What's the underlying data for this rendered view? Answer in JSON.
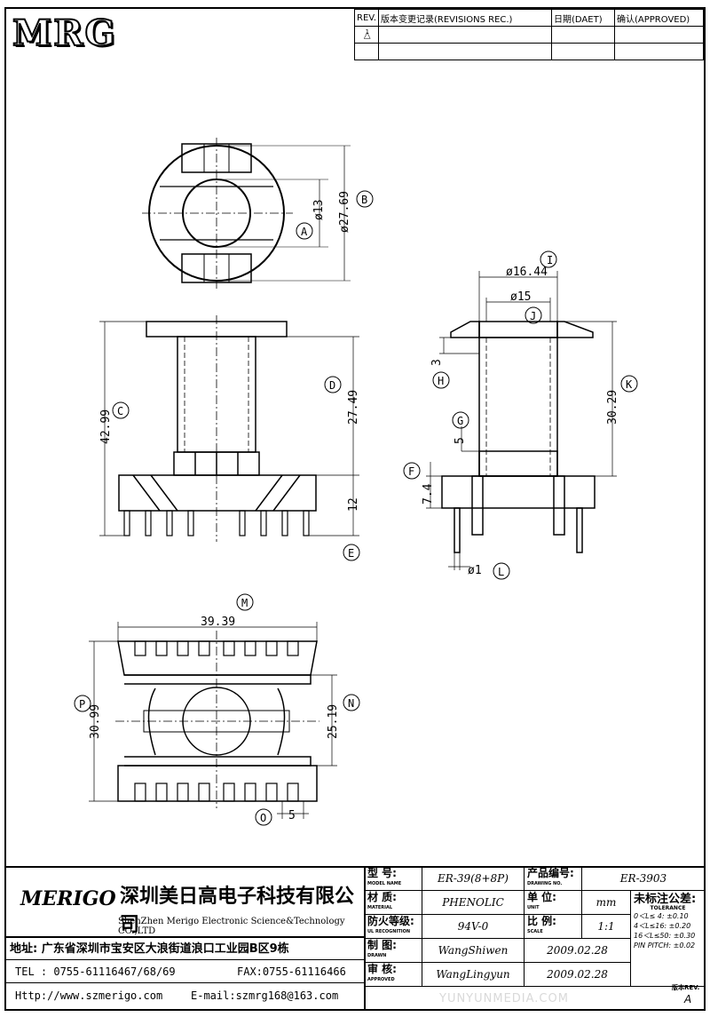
{
  "logo": "MRG",
  "revisions": {
    "headers": [
      "REV.",
      "版本变更记录(REVISIONS REC.)",
      "日期(DAET)",
      "确认(APPROVED)"
    ],
    "first_rev_marker": "1"
  },
  "dims": {
    "A": "A",
    "B": "B",
    "C": "C",
    "D": "D",
    "E": "E",
    "F": "F",
    "G": "G",
    "H": "H",
    "I": "I",
    "J": "J",
    "K": "K",
    "L": "L",
    "M": "M",
    "N": "N",
    "O": "O",
    "P": "P",
    "d_a": "ø13",
    "d_b": "ø27.69",
    "d_c": "42.99",
    "d_d": "27.49",
    "d_e": "12",
    "d_f": "7.4",
    "d_g": "5",
    "d_h": "3",
    "d_i": "ø16.44",
    "d_j": "ø15",
    "d_k": "30.29",
    "d_l": "ø1",
    "d_m": "39.39",
    "d_n": "25.19",
    "d_o": "5",
    "d_p": "30.99"
  },
  "company": {
    "brand": "MERIGO",
    "name_cn": "深圳美日高电子科技有限公司",
    "name_en": "ShenZhen Merigo Electronic Science&Technology CO.,LTD",
    "address": "地址: 广东省深圳市宝安区大浪街道浪口工业园B区9栋",
    "tel": "TEL : 0755-61116467/68/69",
    "fax": "FAX:0755-61116466",
    "web": "Http://www.szmerigo.com",
    "email": "E-mail:szmrg168@163.com"
  },
  "title_block": {
    "model_label": "型 号:",
    "model_label_en": "MODEL NAME",
    "model_value": "ER-39(8+8P)",
    "drawing_no_label": "产品编号:",
    "drawing_no_label_en": "DRAWING NO.",
    "drawing_no_value": "ER-3903",
    "material_label": "材 质:",
    "material_label_en": "MATERIAL",
    "material_value": "PHENOLIC",
    "unit_label": "单 位:",
    "unit_label_en": "UNIT",
    "unit_value": "mm",
    "tolerance_label": "未标注公差:",
    "tolerance_label_en": "TOLERANCE",
    "fire_label": "防火等级:",
    "fire_label_en": "UL RECOGNITION",
    "fire_value": "94V-0",
    "scale_label": "比 例:",
    "scale_label_en": "SCALE",
    "scale_value": "1:1",
    "drawn_label": "制 图:",
    "drawn_label_en": "DRAWN",
    "drawn_value": "WangShiwen",
    "drawn_date": "2009.02.28",
    "approved_label": "审 核:",
    "approved_label_en": "APPROVED",
    "approved_value": "WangLingyun",
    "approved_date": "2009.02.28",
    "rev_label": "版本REV.",
    "rev_value": "A",
    "tolerances": [
      "0＜L≤ 4:  ±0.10",
      "4＜L≤16:  ±0.20",
      "16＜L≤50: ±0.30",
      "PIN PITCH: ±0.02"
    ]
  },
  "watermark": "YUNYUNMEDIA.COM"
}
